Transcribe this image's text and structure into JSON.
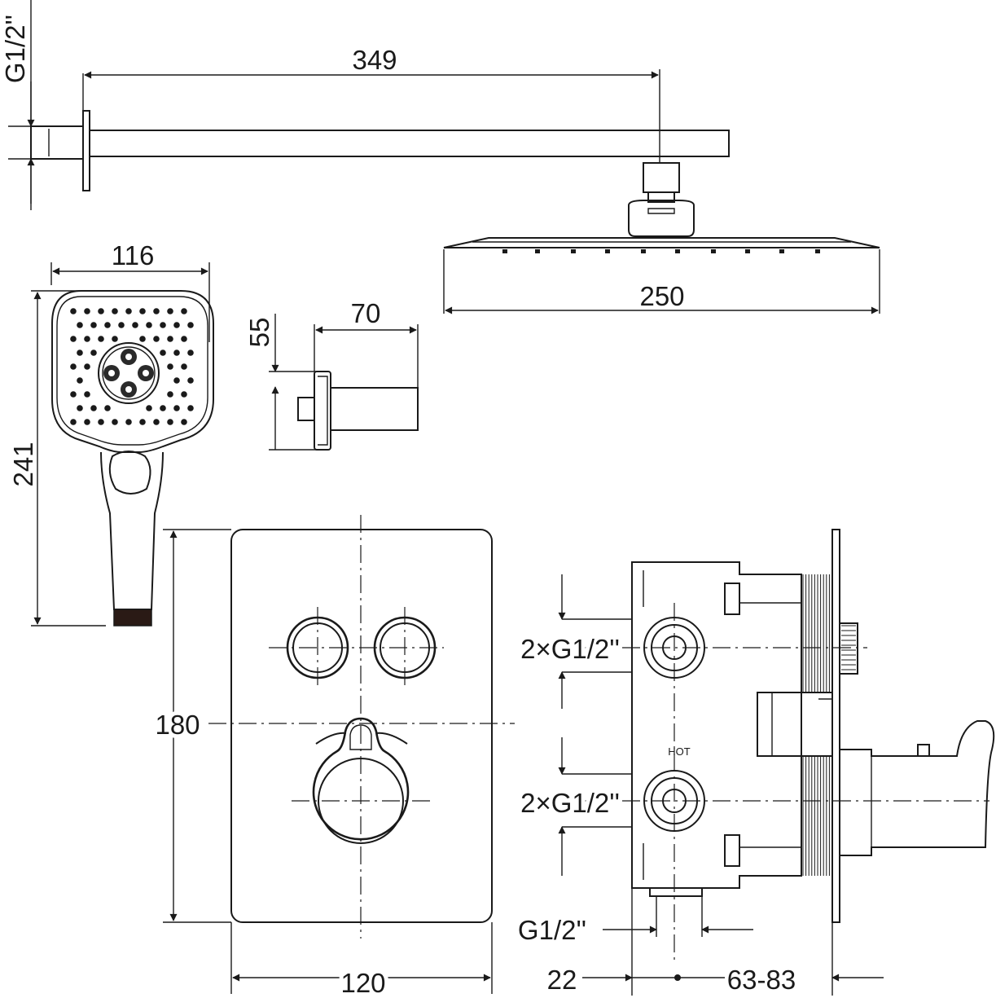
{
  "dimensions": {
    "arm_thread": "G1/2''",
    "arm_length": "349",
    "head_width": "250",
    "hand_width": "116",
    "hand_length": "241",
    "holder_height": "55",
    "holder_depth": "70",
    "plate_height": "180",
    "plate_width": "120",
    "outlet_upper": "2×G1/2''",
    "outlet_lower": "2×G1/2''",
    "inlet_thread": "G1/2''",
    "box_offset": "22",
    "install_depth": "63-83"
  },
  "labels": {
    "hot": "HOT"
  }
}
